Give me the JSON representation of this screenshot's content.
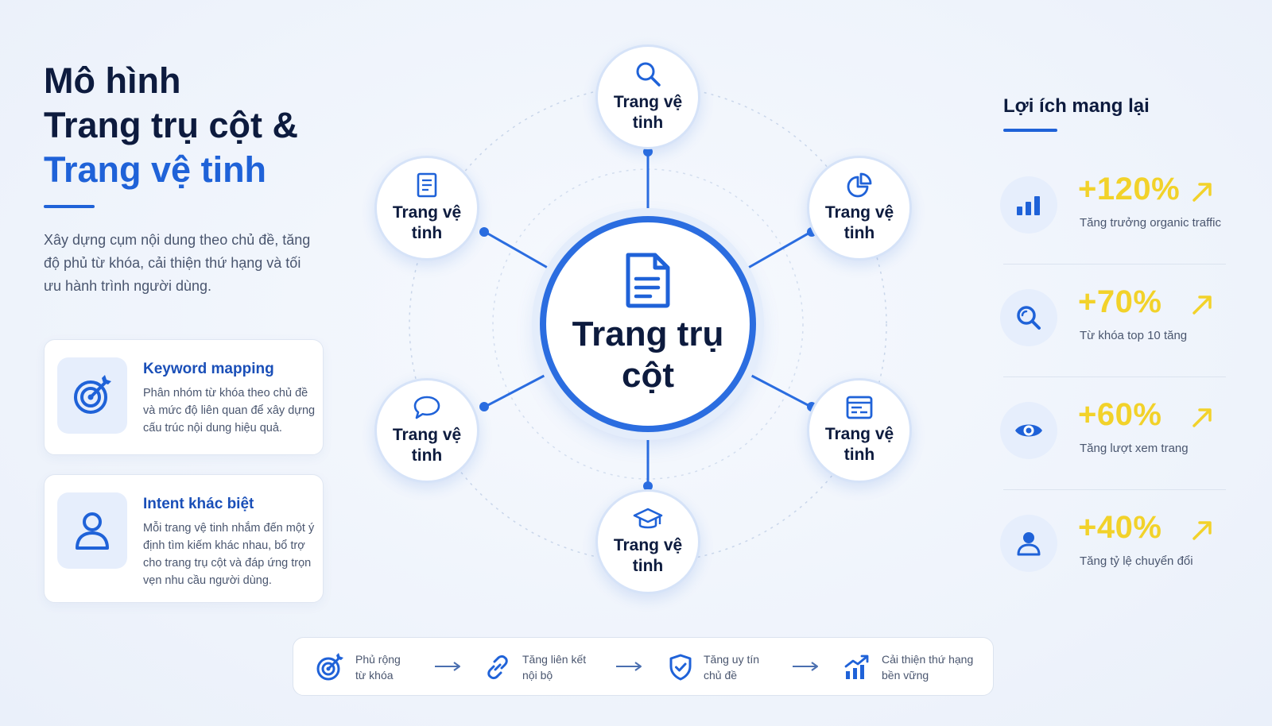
{
  "header": {
    "title_line1": "Mô hình",
    "title_line2": "Trang trụ cột &",
    "title_line3": "Trang vệ tinh",
    "intro": "Xây dựng cụm nội dung theo chủ đề, tăng độ phủ từ khóa, cải thiện thứ hạng và tối ưu hành trình người dùng."
  },
  "cards": [
    {
      "icon": "target-icon",
      "title": "Keyword mapping",
      "text": "Phân nhóm từ khóa theo chủ đề và mức độ liên quan để xây dựng cấu trúc nội dung hiệu quả."
    },
    {
      "icon": "user-icon",
      "title": "Intent khác biệt",
      "text": "Mỗi trang vệ tinh nhắm đến một ý định tìm kiếm khác nhau, bổ trợ cho trang trụ cột và đáp ứng trọn vẹn nhu cầu người dùng."
    }
  ],
  "diagram": {
    "pillar": {
      "label": "Trang trụ cột",
      "icon": "document-icon"
    },
    "satellites": [
      {
        "label": "Trang vệ tinh",
        "icon": "search-icon"
      },
      {
        "label": "Trang vệ tinh",
        "icon": "pie-chart-icon"
      },
      {
        "label": "Trang vệ tinh",
        "icon": "browser-window-icon"
      },
      {
        "label": "Trang vệ tinh",
        "icon": "graduation-cap-icon"
      },
      {
        "label": "Trang vệ tinh",
        "icon": "chat-bubble-icon"
      },
      {
        "label": "Trang vệ tinh",
        "icon": "document-icon"
      }
    ]
  },
  "benefits": {
    "title": "Lợi ích mang lại",
    "items": [
      {
        "value": "+120%",
        "label": "Tăng trưởng organic traffic",
        "icon": "bar-chart-icon"
      },
      {
        "value": "+70%",
        "label": "Từ khóa top 10 tăng",
        "icon": "search-icon"
      },
      {
        "value": "+60%",
        "label": "Tăng lượt xem trang",
        "icon": "eye-icon"
      },
      {
        "value": "+40%",
        "label": "Tăng tỷ lệ chuyển đổi",
        "icon": "user-icon"
      }
    ]
  },
  "flow": {
    "steps": [
      {
        "line1": "Phủ rộng",
        "line2": "từ khóa",
        "icon": "target-icon"
      },
      {
        "line1": "Tăng liên kết",
        "line2": "nội bộ",
        "icon": "link-icon"
      },
      {
        "line1": "Tăng uy tín",
        "line2": "chủ đề",
        "icon": "shield-check-icon"
      },
      {
        "line1": "Cải thiện thứ hạng",
        "line2": "bền vững",
        "icon": "growth-chart-icon"
      }
    ]
  },
  "colors": {
    "primary": "#1f62d8",
    "dark": "#0d1b3e",
    "accent_yellow": "#f2d22a",
    "muted": "#4a566f"
  }
}
